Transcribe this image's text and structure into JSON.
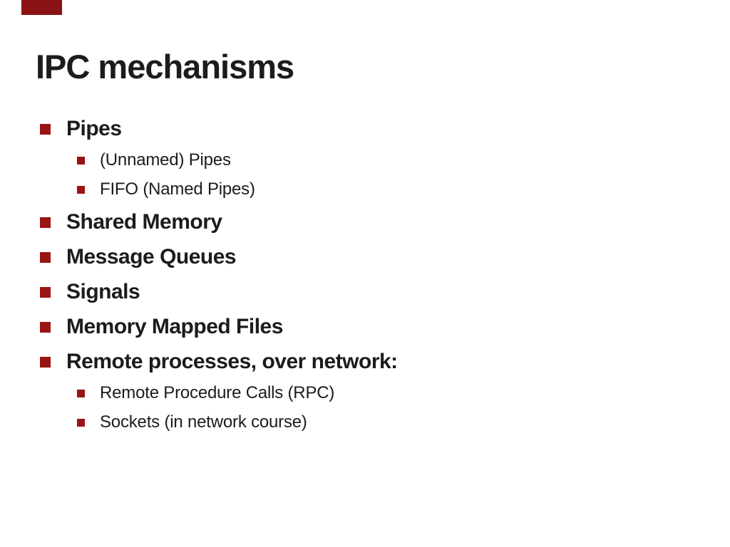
{
  "slide": {
    "title": "IPC mechanisms",
    "colors": {
      "background": "#ffffff",
      "text": "#1c1c1c",
      "bullet_accent": "#9a1414",
      "corner_accent": "#8a1414"
    },
    "items": [
      {
        "label": "Pipes",
        "level": 1
      },
      {
        "label": "(Unnamed) Pipes",
        "level": 2
      },
      {
        "label": "FIFO (Named Pipes)",
        "level": 2
      },
      {
        "label": "Shared Memory",
        "level": 1
      },
      {
        "label": "Message Queues",
        "level": 1
      },
      {
        "label": "Signals",
        "level": 1
      },
      {
        "label": "Memory Mapped Files",
        "level": 1
      },
      {
        "label": "Remote processes, over network:",
        "level": 1
      },
      {
        "label": "Remote Procedure Calls (RPC)",
        "level": 2
      },
      {
        "label": "Sockets (in network course)",
        "level": 2
      }
    ]
  }
}
